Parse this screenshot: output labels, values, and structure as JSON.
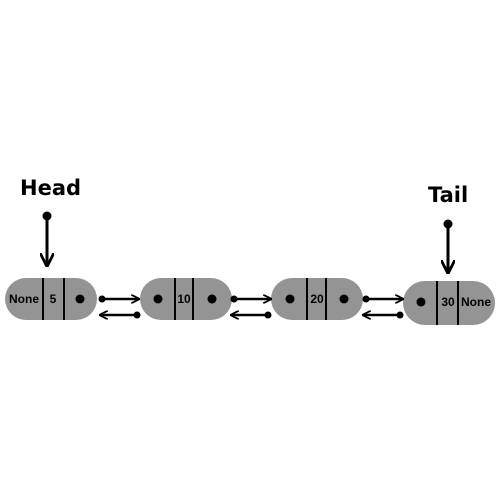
{
  "diagram": {
    "pointers": {
      "head": {
        "label": "Head"
      },
      "tail": {
        "label": "Tail"
      }
    },
    "nodes": [
      {
        "prev": "None",
        "value": "5",
        "next": "•"
      },
      {
        "prev": "•",
        "value": "10",
        "next": "•"
      },
      {
        "prev": "•",
        "value": "20",
        "next": "•"
      },
      {
        "prev": "•",
        "value": "30",
        "next": "None"
      }
    ],
    "colors": {
      "node_fill": "#949494",
      "ink": "#000000",
      "background": "#ffffff"
    }
  }
}
